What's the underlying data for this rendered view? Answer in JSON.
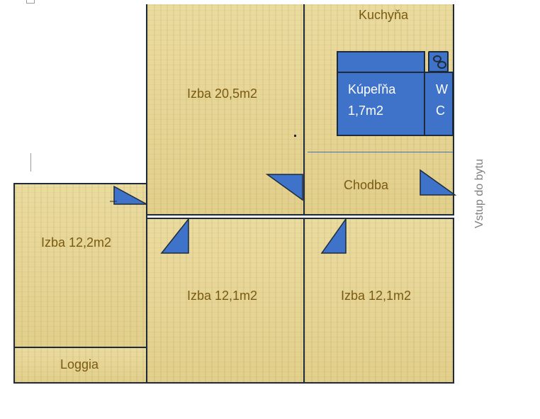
{
  "rooms": {
    "izba_large": "Izba 20,5m2",
    "kitchen": "Kuchyňa",
    "bathroom_name": "Kúpeľňa",
    "bathroom_area": "1,7m2",
    "wc_w": "W",
    "wc_c": "C",
    "hallway": "Chodba",
    "izba_left": "Izba 12,2m2",
    "izba_mid": "Izba 12,1m2",
    "izba_right": "Izba 12,1m2",
    "loggia": "Loggia"
  },
  "entrance_label": "Vstup do bytu",
  "colors": {
    "floor": "#e8d79a",
    "fixture": "#3f73c9",
    "wall": "#1e2b3a",
    "label": "#7a5a12"
  }
}
